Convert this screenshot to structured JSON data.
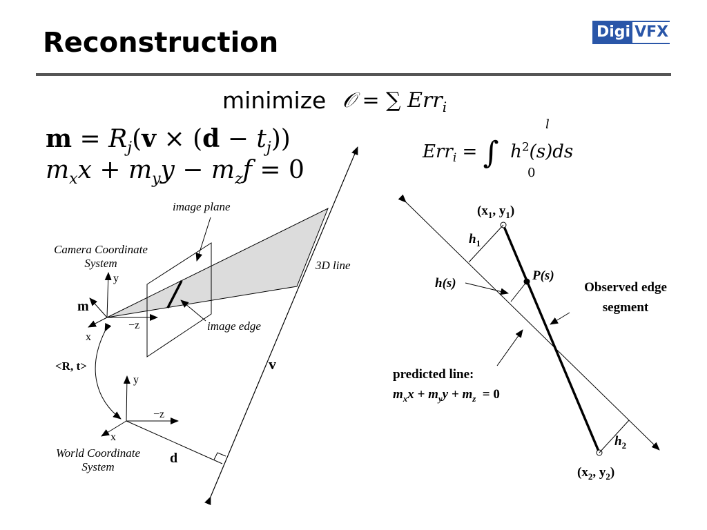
{
  "slide": {
    "title": "Reconstruction",
    "logo": {
      "part1": "Digi",
      "part2": "VFX"
    },
    "minimize_word": "minimize",
    "objective": {
      "lhs": "𝒪",
      "eq": "=",
      "sum": "∑",
      "term": "Err",
      "sub": "i"
    },
    "eq1": {
      "m": "m",
      "eq": " = ",
      "R": "R",
      "j": "j",
      "open": "(",
      "v": "v",
      "times": " × (",
      "d": "d",
      "minus": " − ",
      "t": "t",
      "close": "))"
    },
    "eq2": {
      "mx": "m",
      "x_sub": "x",
      "x": "x",
      "plus1": " + ",
      "my": "m",
      "y_sub": "y",
      "y": "y",
      "minus": " − ",
      "mz": "m",
      "z_sub": "z",
      "f": "f",
      "tail": " = 0"
    },
    "eq3": {
      "err": "Err",
      "i": "i",
      "eq": " = ",
      "integral": "∫",
      "upper": "l",
      "lower": "0",
      "h": "h",
      "sq": "2",
      "rest": "(s)ds"
    }
  },
  "left_figure": {
    "image_plane": "image plane",
    "camera_coord_1": "Camera Coordinate",
    "camera_coord_2": "System",
    "line_3d": "3D line",
    "image_edge": "image edge",
    "m": "m",
    "y": "y",
    "minus_z": "−z",
    "x": "x",
    "Rt": "<R, t>",
    "v": "v",
    "world_y": "y",
    "world_minus_z": "−z",
    "world_x": "x",
    "world_coord_1": "World Coordinate",
    "world_coord_2": "System",
    "d": "d"
  },
  "right_figure": {
    "p1_open": "(x",
    "p1_sub1": "1",
    "p1_mid": ", y",
    "p1_sub2": "1",
    "p1_close": ")",
    "h1": "h",
    "h1_sub": "1",
    "Ps": "P(s)",
    "hs": "h(s)",
    "observed_1": "Observed edge",
    "observed_2": "segment",
    "predicted_1": "predicted line:",
    "pred_mx": "m",
    "pred_x_sub": "x",
    "pred_x": "x + ",
    "pred_my": "m",
    "pred_y_sub": "y",
    "pred_y": "y + ",
    "pred_mz": "m",
    "pred_z_sub": "z",
    "pred_tail": "  = 0",
    "h2": "h",
    "h2_sub": "2",
    "p2_open": "(x",
    "p2_sub1": "2",
    "p2_mid": ", y",
    "p2_sub2": "2",
    "p2_close": ")"
  },
  "colors": {
    "rule": "#555555",
    "logo_blue": "#2a56a8",
    "triangle_fill": "#dcdcdc"
  }
}
